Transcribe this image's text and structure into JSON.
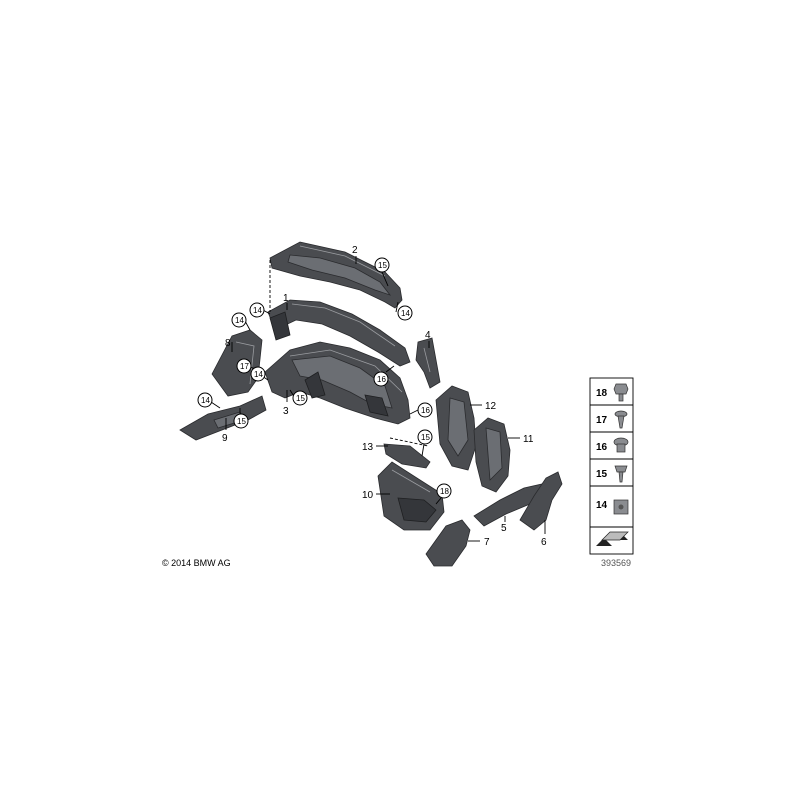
{
  "copyright": "© 2014 BMW AG",
  "diagram_number": "393569",
  "part_labels": {
    "p1": "1",
    "p2": "2",
    "p3": "3",
    "p4": "4",
    "p5": "5",
    "p6": "6",
    "p7": "7",
    "p8": "8",
    "p9": "9",
    "p10": "10",
    "p11": "11",
    "p12": "12",
    "p13": "13"
  },
  "fastener_callouts": {
    "c15_top": "15",
    "c14_top_right": "14",
    "c14_left1": "14",
    "c14_left2": "14",
    "c17_left": "17",
    "c14_left3": "14",
    "c14_left4": "14",
    "c15_left": "15",
    "c15_mid": "15",
    "c16_mid": "16",
    "c16_right": "16",
    "c15_right": "15",
    "c18_mid": "18"
  },
  "legend": [
    {
      "num": "18"
    },
    {
      "num": "17"
    },
    {
      "num": "16"
    },
    {
      "num": "15"
    },
    {
      "num": "14"
    }
  ]
}
